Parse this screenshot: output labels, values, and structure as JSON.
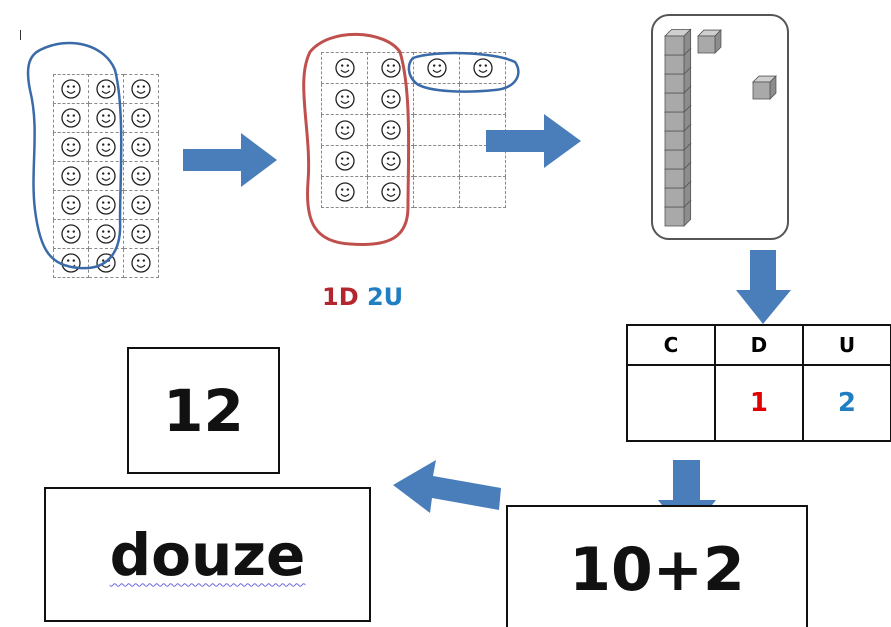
{
  "label": {
    "tens": "1D",
    "units": "2U"
  },
  "colors": {
    "tens": "#b3262e",
    "units": "#1f7fc2",
    "arrow": "#4a7ebb",
    "red_digit": "#e00000",
    "loop_blue": "#3a6aa8",
    "loop_red": "#c0504d"
  },
  "place_value_table": {
    "headers": [
      "C",
      "D",
      "U"
    ],
    "values": [
      "",
      "1",
      "2"
    ]
  },
  "number_box": "12",
  "word_box": "douze",
  "sum_box": "10+2",
  "icons": {
    "grid_cell": "smiley-icon",
    "rod": "ten-rod-icon",
    "cube": "unit-cube-icon"
  },
  "grid1": {
    "rows": 7,
    "cols": 3
  },
  "grid2": {
    "rows": 5,
    "cols": 4,
    "smileys_per_row": [
      4,
      2,
      2,
      2,
      2
    ]
  }
}
